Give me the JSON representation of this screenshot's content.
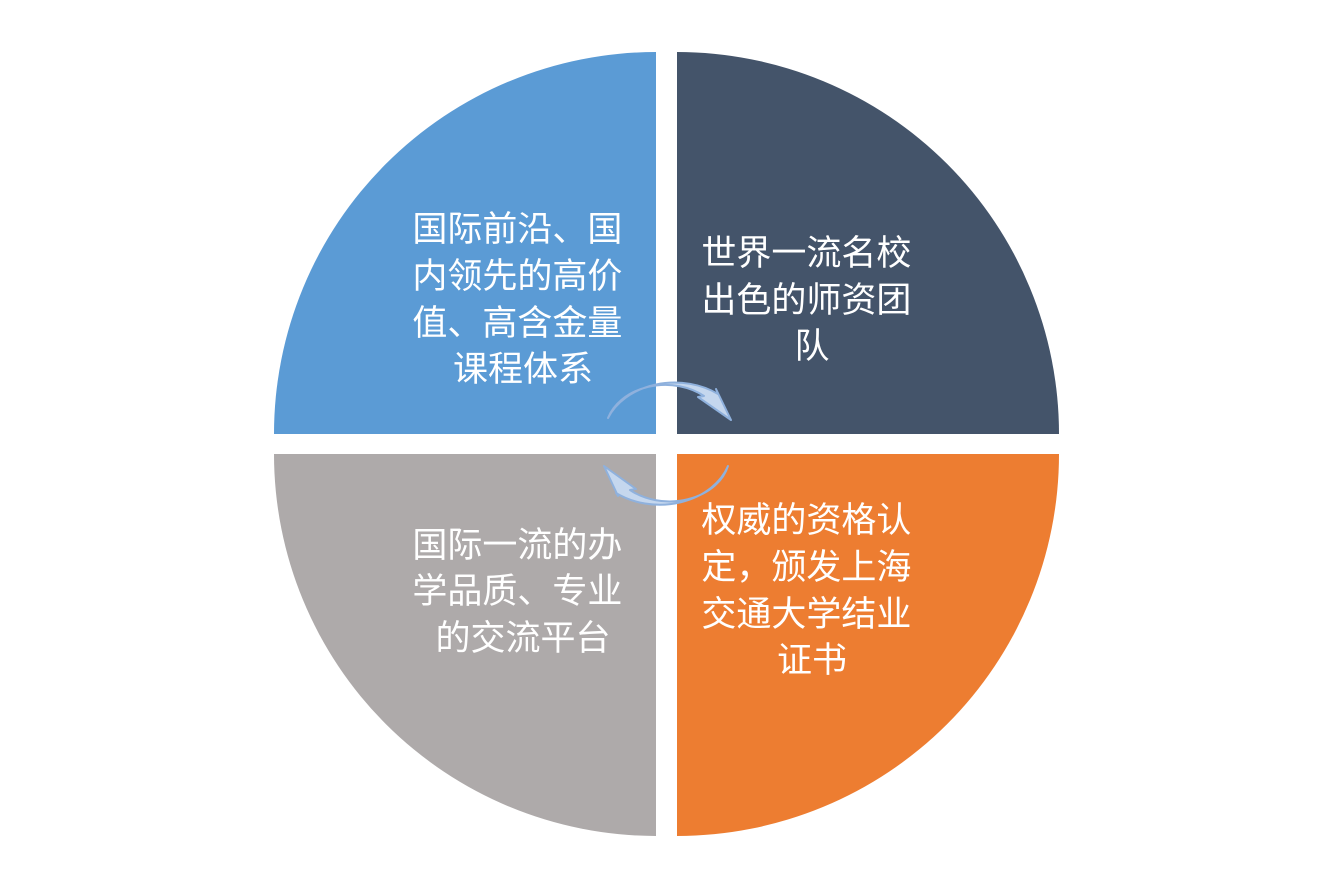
{
  "quadrants": [
    {
      "id": "top-left",
      "color": "#5B9BD5",
      "lines": [
        "国际前沿、国",
        "内领先的高价",
        "值、高含金量",
        "课程体系"
      ]
    },
    {
      "id": "top-right",
      "color": "#44546A",
      "lines": [
        "世界一流名校",
        "出色的师资团",
        "队"
      ]
    },
    {
      "id": "bottom-right",
      "color": "#ED7D31",
      "lines": [
        "权威的资格认",
        "定，颁发上海",
        "交通大学结业",
        "证书"
      ]
    },
    {
      "id": "bottom-left",
      "color": "#AEAAAA",
      "lines": [
        "国际一流的办",
        "学品质、专业",
        "的交流平台"
      ]
    }
  ],
  "cycle_arrows": {
    "fill": "#C5D7EE",
    "stroke": "#8FB1DD"
  }
}
